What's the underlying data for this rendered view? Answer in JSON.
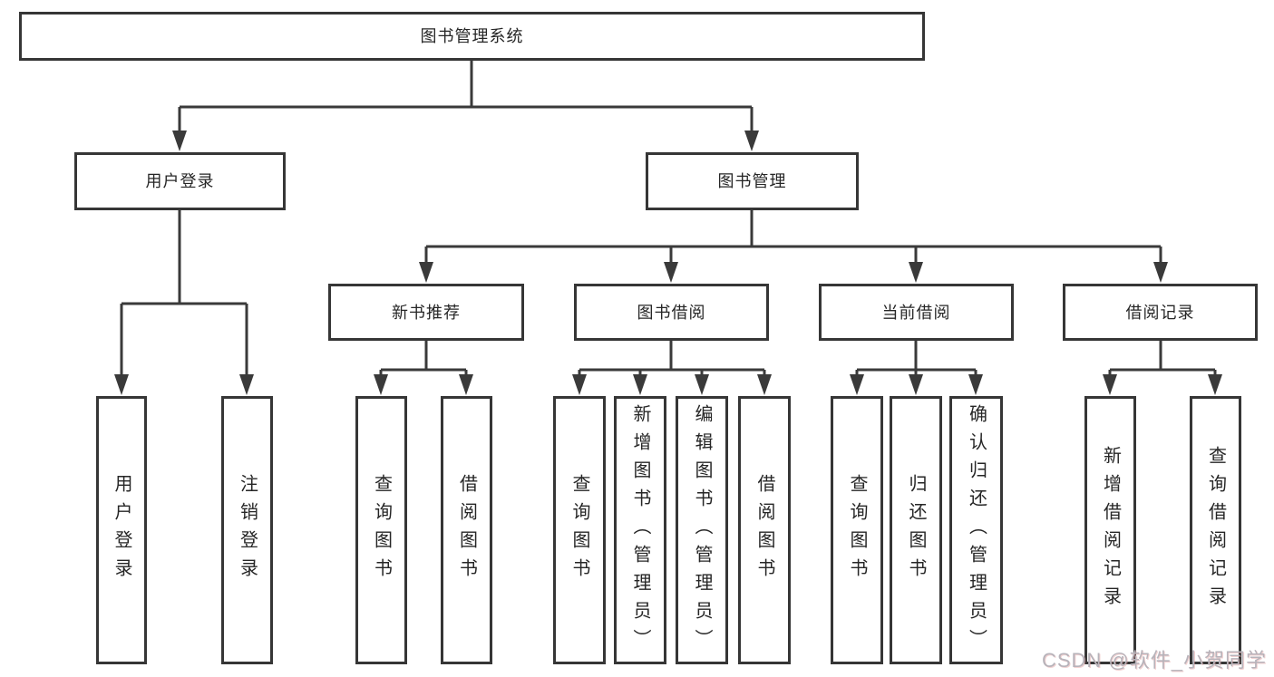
{
  "diagram": {
    "root": {
      "label": "图书管理系统"
    },
    "branch_user": {
      "label": "用户登录",
      "leaves": [
        {
          "label": "用户登录"
        },
        {
          "label": "注销登录"
        }
      ]
    },
    "branch_books": {
      "label": "图书管理",
      "groups": [
        {
          "label": "新书推荐",
          "leaves": [
            {
              "label": "查询图书"
            },
            {
              "label": "借阅图书"
            }
          ]
        },
        {
          "label": "图书借阅",
          "leaves": [
            {
              "label": "查询图书"
            },
            {
              "label": "新增图书（管理员）"
            },
            {
              "label": "编辑图书（管理员）"
            },
            {
              "label": "借阅图书"
            }
          ]
        },
        {
          "label": "当前借阅",
          "leaves": [
            {
              "label": "查询图书"
            },
            {
              "label": "归还图书"
            },
            {
              "label": "确认归还（管理员）"
            }
          ]
        },
        {
          "label": "借阅记录",
          "leaves": [
            {
              "label": "新增借阅记录"
            },
            {
              "label": "查询借阅记录"
            }
          ]
        }
      ]
    }
  },
  "watermark": {
    "text": "CSDN @软件_小贺同学"
  },
  "colors": {
    "line": "#3a3a3a",
    "box_border": "#363636",
    "text": "#262626",
    "background": "#ffffff",
    "watermark": "#b7b3ba"
  }
}
